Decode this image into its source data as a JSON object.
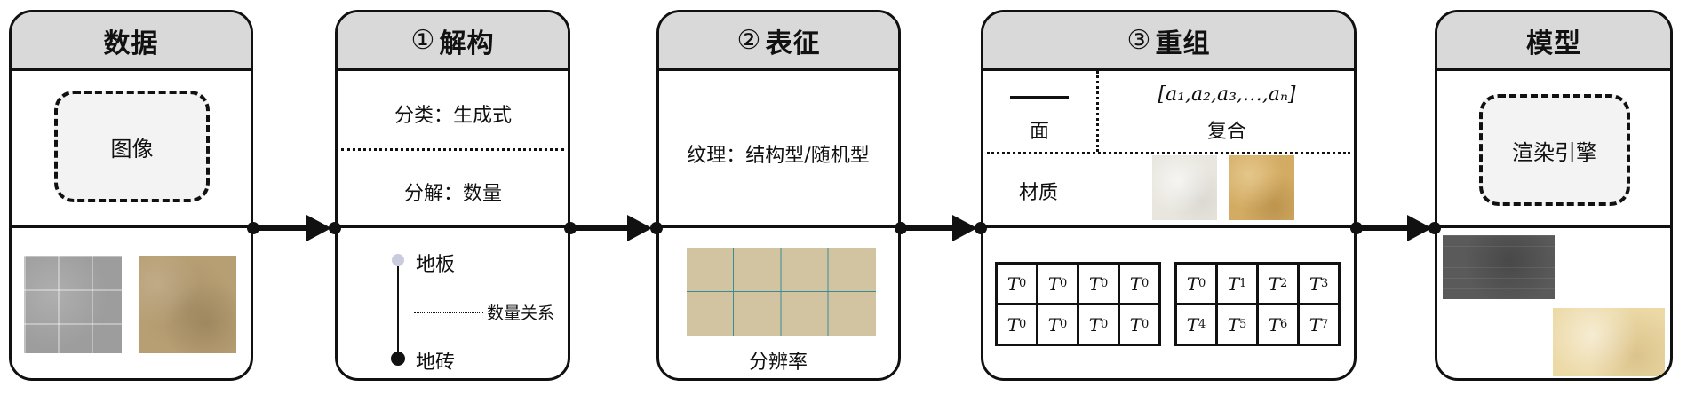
{
  "panels": {
    "data": {
      "title": "数据",
      "image_box": "图像"
    },
    "deconstruct": {
      "num": "①",
      "title": "解构",
      "classify": "分类：生成式",
      "decompose": "分解：数量",
      "top_node": "地板",
      "relation": "数量关系",
      "bottom_node": "地砖"
    },
    "represent": {
      "num": "②",
      "title": "表征",
      "texture": "纹理：结构型/随机型",
      "resolution": "分辨率"
    },
    "recombine": {
      "num": "③",
      "title": "重组",
      "face": "面",
      "vector": "[a₁,a₂,a₃,…,aₙ]",
      "composite": "复合",
      "material": "材质"
    },
    "model": {
      "title": "模型",
      "engine": "渲染引擎"
    }
  },
  "tiles_left": [
    {
      "sym": "T",
      "sub": "0"
    },
    {
      "sym": "T",
      "sub": "0"
    },
    {
      "sym": "T",
      "sub": "0"
    },
    {
      "sym": "T",
      "sub": "0"
    },
    {
      "sym": "T",
      "sub": "0"
    },
    {
      "sym": "T",
      "sub": "0"
    },
    {
      "sym": "T",
      "sub": "0"
    },
    {
      "sym": "T",
      "sub": "0"
    }
  ],
  "tiles_right": [
    {
      "sym": "T",
      "sub": "0"
    },
    {
      "sym": "T",
      "sub": "1"
    },
    {
      "sym": "T",
      "sub": "2"
    },
    {
      "sym": "T",
      "sub": "3"
    },
    {
      "sym": "T",
      "sub": "4"
    },
    {
      "sym": "T",
      "sub": "5"
    },
    {
      "sym": "T",
      "sub": "6"
    },
    {
      "sym": "T",
      "sub": "7"
    }
  ]
}
